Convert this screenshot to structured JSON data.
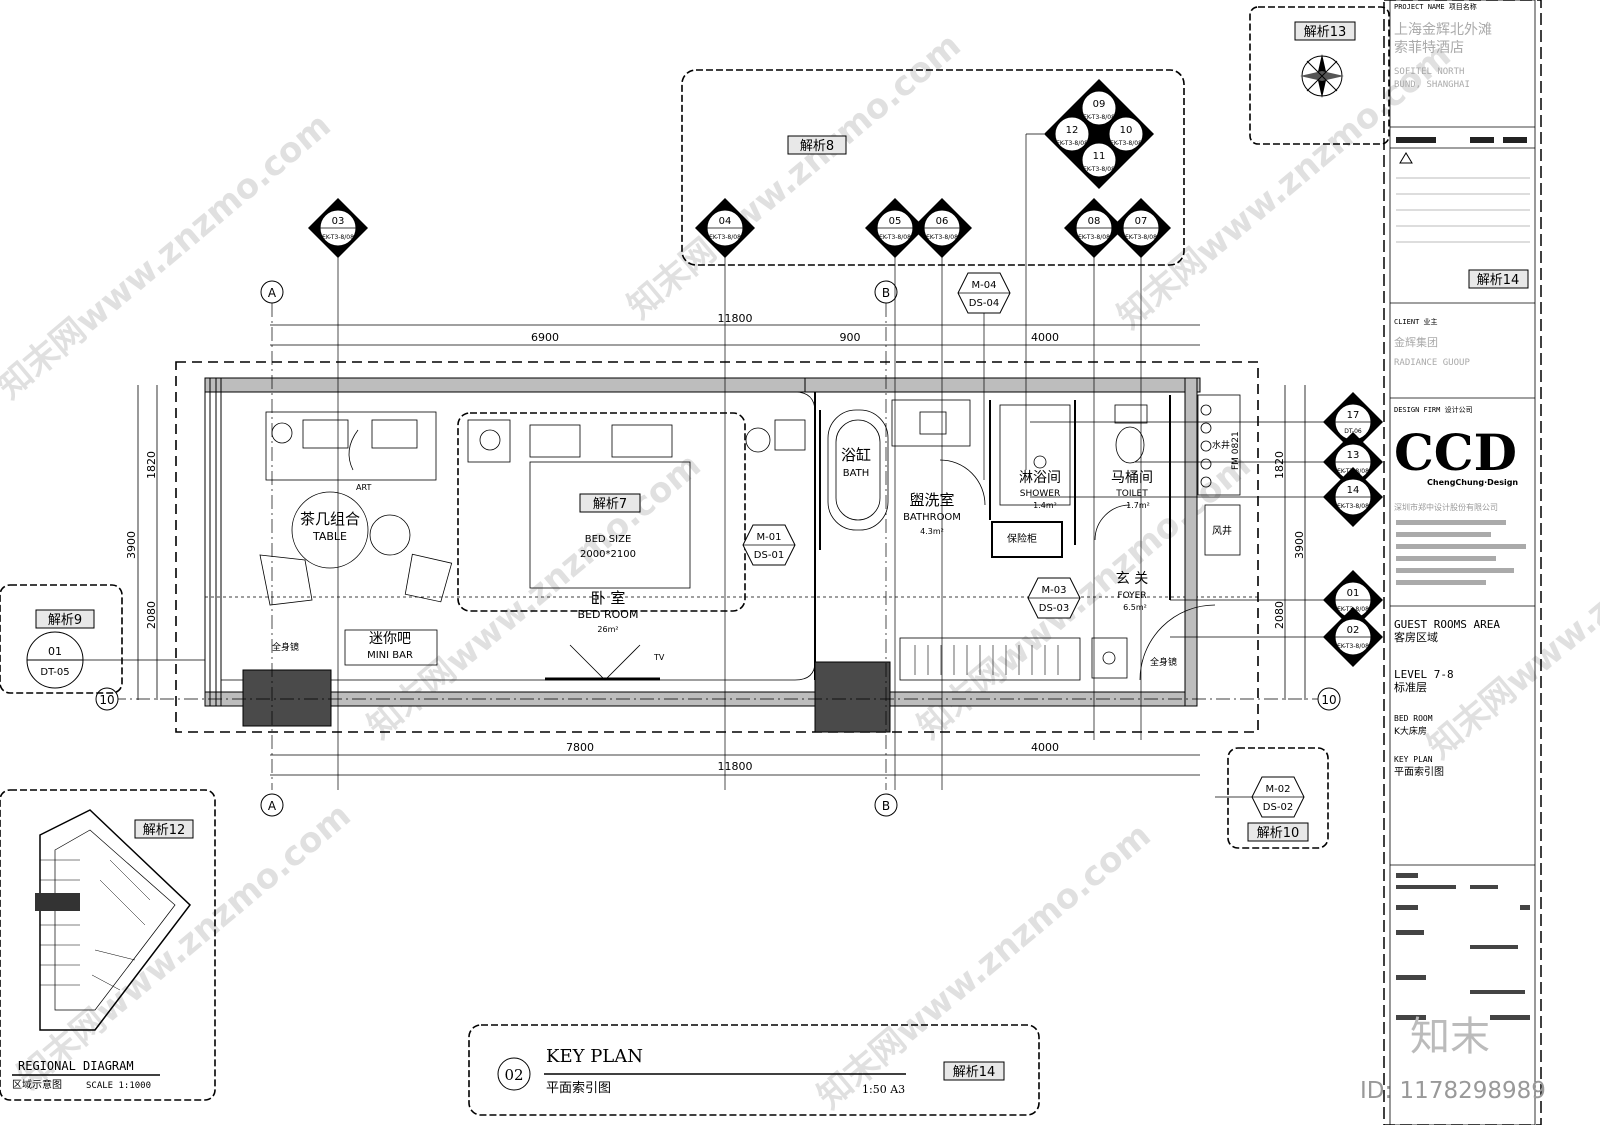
{
  "watermark": {
    "site": "知末网www.znzmo.com",
    "logo": "知末",
    "id_label": "ID: 1178298989"
  },
  "title_block": {
    "project_name_label": "PROJECT NAME 项目名称",
    "project_name_cn_1": "上海金辉北外滩",
    "project_name_cn_2": "索菲特酒店",
    "project_name_en_1": "SOFITEL NORTH",
    "project_name_en_2": "BUND, SHANGHAI",
    "analysis_tag": "解析14",
    "client_label": "CLIENT 业主",
    "client_cn": "金辉集团",
    "client_en": "RADIANCE GUOUP",
    "design_firm_label": "DESIGN FIRM 设计公司",
    "firm_logo": "CCD",
    "firm_sub": "ChengChung·Design",
    "firm_cn": "深圳市郑中设计股份有限公司",
    "area_en": "GUEST ROOMS AREA",
    "area_cn": "客房区域",
    "level_en": "LEVEL 7-8",
    "level_cn": "标准层",
    "room_en": "BED ROOM",
    "room_cn": "K大床房",
    "sheet_en": "KEY    PLAN",
    "sheet_cn": "平面索引图"
  },
  "callouts": {
    "c13": "解析13",
    "c8": "解析8",
    "c7": "解析7",
    "c9": "解析9",
    "c12": "解析12",
    "c10": "解析10",
    "c14": "解析14"
  },
  "section_markers": [
    {
      "num": "03",
      "ref": "EK-T3-8/08"
    },
    {
      "num": "04",
      "ref": "EK-T3-8/08"
    },
    {
      "num": "05",
      "ref": "EK-T3-8/08"
    },
    {
      "num": "06",
      "ref": "EK-T3-8/08"
    },
    {
      "num": "08",
      "ref": "EK-T3-8/08"
    },
    {
      "num": "07",
      "ref": "EK-T3-8/08"
    },
    {
      "num": "17",
      "ref": "DT-06"
    },
    {
      "num": "13",
      "ref": "EK-T3-8/08"
    },
    {
      "num": "14",
      "ref": "EK-T3-8/08"
    },
    {
      "num": "01",
      "ref": "EK-T3-8/08"
    },
    {
      "num": "02",
      "ref": "EK-T3-8/08"
    }
  ],
  "cluster_marker": {
    "n09": "09",
    "n10": "10",
    "n11": "11",
    "n12": "12",
    "ref": "EK-T3-8/08"
  },
  "detail_marker": {
    "num": "01",
    "ref": "DT-05"
  },
  "grid": {
    "a": "A",
    "b": "B",
    "ten": "10"
  },
  "material_tags": [
    {
      "code": "M-04",
      "ds": "DS-04"
    },
    {
      "code": "M-01",
      "ds": "DS-01"
    },
    {
      "code": "M-03",
      "ds": "DS-03"
    },
    {
      "code": "M-02",
      "ds": "DS-02"
    }
  ],
  "dimensions": {
    "top_total": "11800",
    "top_a": "6900",
    "top_b": "900",
    "top_c": "4000",
    "bottom_a": "7800",
    "bottom_c": "4000",
    "bottom_total": "11800",
    "left_a": "1820",
    "left_total": "3900",
    "left_b": "2080",
    "right_a": "1820",
    "right_total": "3900",
    "right_b": "2080"
  },
  "rooms": {
    "bath_cn": "浴缸",
    "bath_en": "BATH",
    "bathroom_cn": "盥洗室",
    "bathroom_en": "BATHROOM",
    "bathroom_area": "4.3m²",
    "shower_cn": "淋浴间",
    "shower_en": "SHOWER",
    "shower_area": "1.4m²",
    "toilet_cn": "马桶间",
    "toilet_en": "TOILET",
    "toilet_area": "1.7m²",
    "foyer_cn": "玄  关",
    "foyer_en": "FOYER",
    "foyer_area": "6.5m²",
    "bedroom_cn": "卧  室",
    "bedroom_en": "BED ROOM",
    "bedroom_area": "26m²",
    "table_cn": "茶几组合",
    "table_en": "TABLE",
    "minibar_cn": "迷你吧",
    "minibar_en": "MINI BAR",
    "bedsize_label": "BED SIZE",
    "bedsize_value": "2000*2100",
    "art": "ART",
    "tv": "TV",
    "mirror_left": "全身镜",
    "mirror_right": "全身镜",
    "cabinet": "保险柜",
    "shaft": "水井",
    "shaft_code": "FM 0821",
    "air": "风井"
  },
  "regional": {
    "title_en": "REGIONAL DIAGRAM",
    "title_cn": "区域示意图",
    "scale": "SCALE 1:1000"
  },
  "key_plan": {
    "number": "02",
    "title_en": "KEY      PLAN",
    "title_cn": "平面索引图",
    "scale": "1:50 A3"
  }
}
